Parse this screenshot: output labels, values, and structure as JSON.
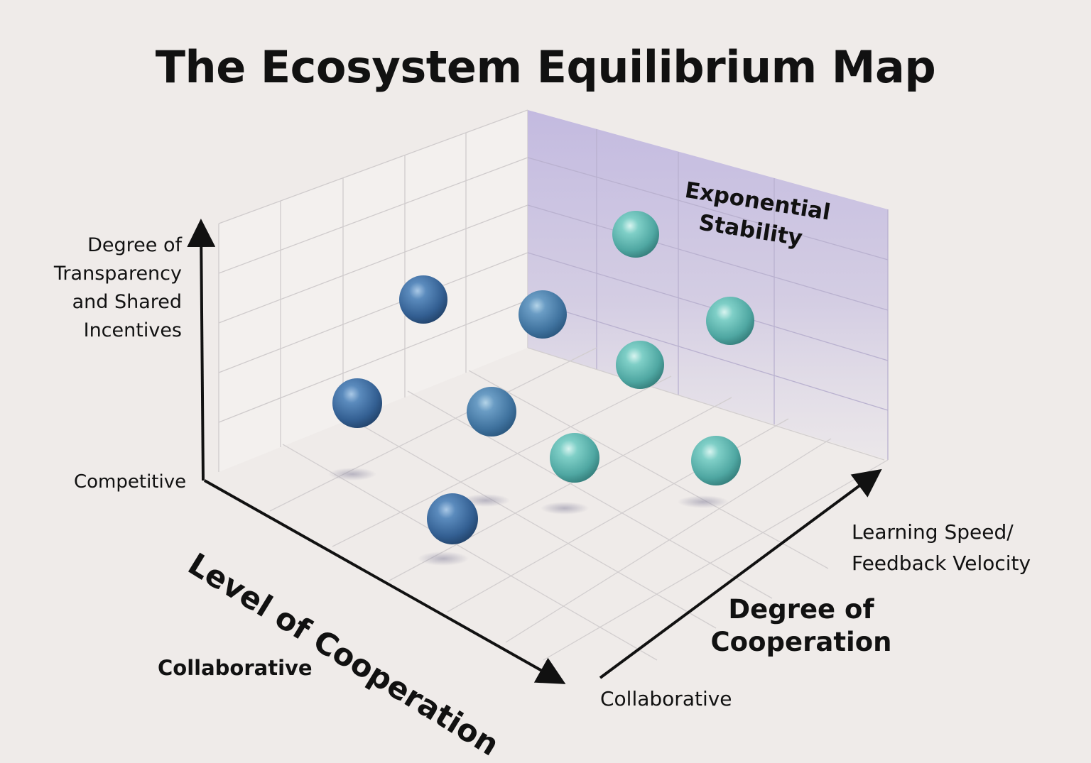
{
  "title": "The Ecosystem Equilibrium Map",
  "axes": {
    "vertical": {
      "label": "Degree of Transparency and Shared Incentives",
      "end_label": "Competitive"
    },
    "left_depth": {
      "label": "Level of Cooperation",
      "end_label": "Collaborative"
    },
    "right_depth": {
      "label": "Degree of Cooperation",
      "secondary_label": "Learning Speed/ Feedback Velocity",
      "end_label": "Collaborative"
    }
  },
  "zone": {
    "label": "Exponential Stability",
    "color": "#c6bee0"
  },
  "colors": {
    "background": "#efebe9",
    "grid": "#cfcbcc",
    "axis": "#111111",
    "sphere_blue": "#3d6fa3",
    "sphere_teal": "#5bb7b0"
  },
  "nodes": [
    {
      "id": "n1",
      "group": "blue"
    },
    {
      "id": "n2",
      "group": "blue"
    },
    {
      "id": "n3",
      "group": "blue"
    },
    {
      "id": "n4",
      "group": "blue"
    },
    {
      "id": "n5",
      "group": "teal"
    },
    {
      "id": "n6",
      "group": "teal"
    },
    {
      "id": "n7",
      "group": "teal"
    },
    {
      "id": "n8",
      "group": "teal"
    },
    {
      "id": "n9",
      "group": "teal"
    },
    {
      "id": "n10",
      "group": "blue"
    }
  ]
}
